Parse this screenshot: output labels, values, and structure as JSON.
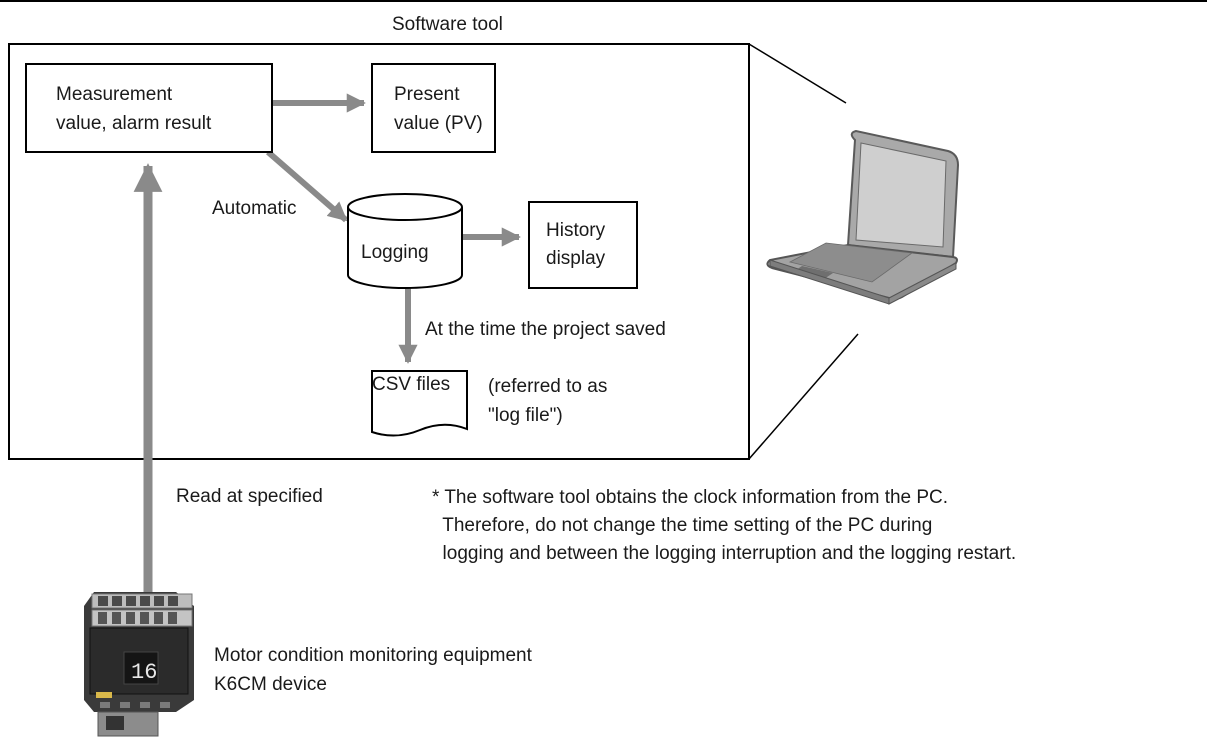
{
  "title": "Software tool",
  "nodes": {
    "measurement": "Measurement\nvalue, alarm result",
    "present_value": "Present\nvalue (PV)",
    "logging": "Logging",
    "history": "History\ndisplay",
    "csv": "CSV files",
    "csv_note": "(referred to as\n\"log file\")"
  },
  "labels": {
    "automatic": "Automatic",
    "saved": "At the time the project saved",
    "read": "Read at specified"
  },
  "note": "* The software tool obtains the clock information from the PC.\n  Therefore, do not change the time setting of the PC during\n  logging and between the logging interruption and the logging restart.",
  "device": {
    "caption": "Motor condition monitoring equipment\nK6CM device",
    "display_value": "16"
  },
  "colors": {
    "arrow": "#8a8a8a",
    "frame": "#000000"
  }
}
